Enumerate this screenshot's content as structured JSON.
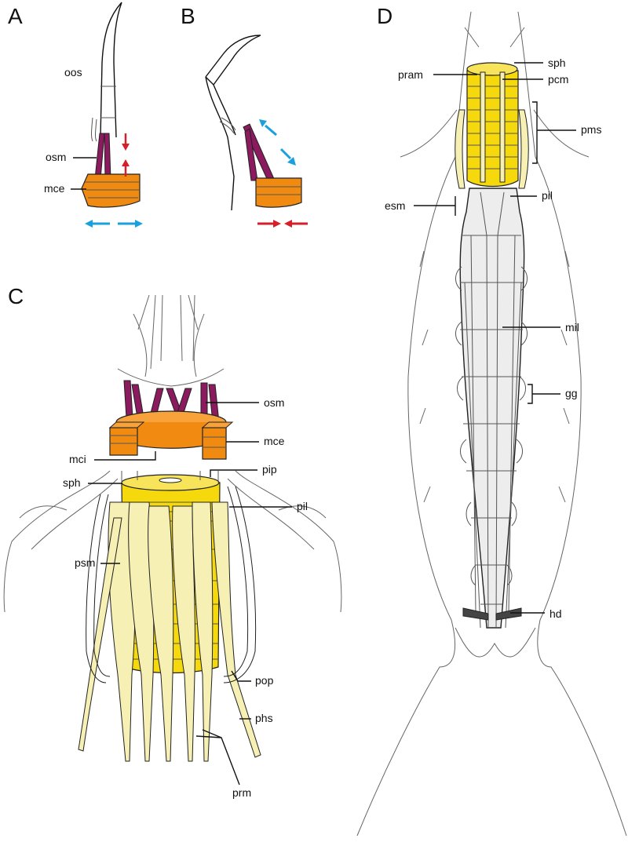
{
  "panels": {
    "a": "A",
    "b": "B",
    "c": "C",
    "d": "D"
  },
  "labels": {
    "a_oos": "oos",
    "a_osm": "osm",
    "a_mce": "mce",
    "c_osm": "osm",
    "c_mce": "mce",
    "c_mci": "mci",
    "c_sph": "sph",
    "c_pip": "pip",
    "c_pil": "pil",
    "c_psm": "psm",
    "c_pop": "pop",
    "c_phs": "phs",
    "c_prm": "prm",
    "d_pram": "pram",
    "d_sph": "sph",
    "d_pcm": "pcm",
    "d_pms": "pms",
    "d_pil": "pil",
    "d_esm": "esm",
    "d_mil": "mil",
    "d_gg": "gg",
    "d_hd": "hd"
  },
  "colors": {
    "outer_sphincter_muscle": "#8b1a5e",
    "mastax_ring": "#f08a10",
    "pharynx_yellow": "#f5d90c",
    "pharynx_pale": "#f7f0b5",
    "midgut_grey": "#ededed",
    "arrow_red": "#d5202a",
    "arrow_blue": "#1aa0dc",
    "outline": "#222222"
  }
}
